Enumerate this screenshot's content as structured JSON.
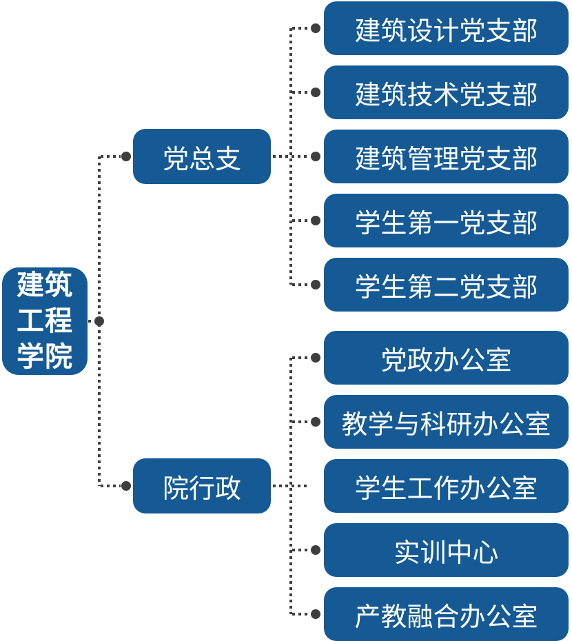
{
  "diagram": {
    "type": "org-chart",
    "root": {
      "label": "建筑工程学院",
      "lines": [
        "建筑",
        "工程",
        "学院"
      ]
    },
    "branches": [
      {
        "label": "党总支",
        "children": [
          {
            "label": "建筑设计党支部"
          },
          {
            "label": "建筑技术党支部"
          },
          {
            "label": "建筑管理党支部"
          },
          {
            "label": "学生第一党支部"
          },
          {
            "label": "学生第二党支部"
          }
        ]
      },
      {
        "label": "院行政",
        "children": [
          {
            "label": "党政办公室"
          },
          {
            "label": "教学与科研办公室"
          },
          {
            "label": "学生工作办公室"
          },
          {
            "label": "实训中心"
          },
          {
            "label": "产教融合办公室"
          }
        ]
      }
    ]
  },
  "colors": {
    "node_fill": "#155A94",
    "node_text": "#FFFFFF",
    "connector": "#3E3E3E",
    "background": "#FFFFFF"
  }
}
